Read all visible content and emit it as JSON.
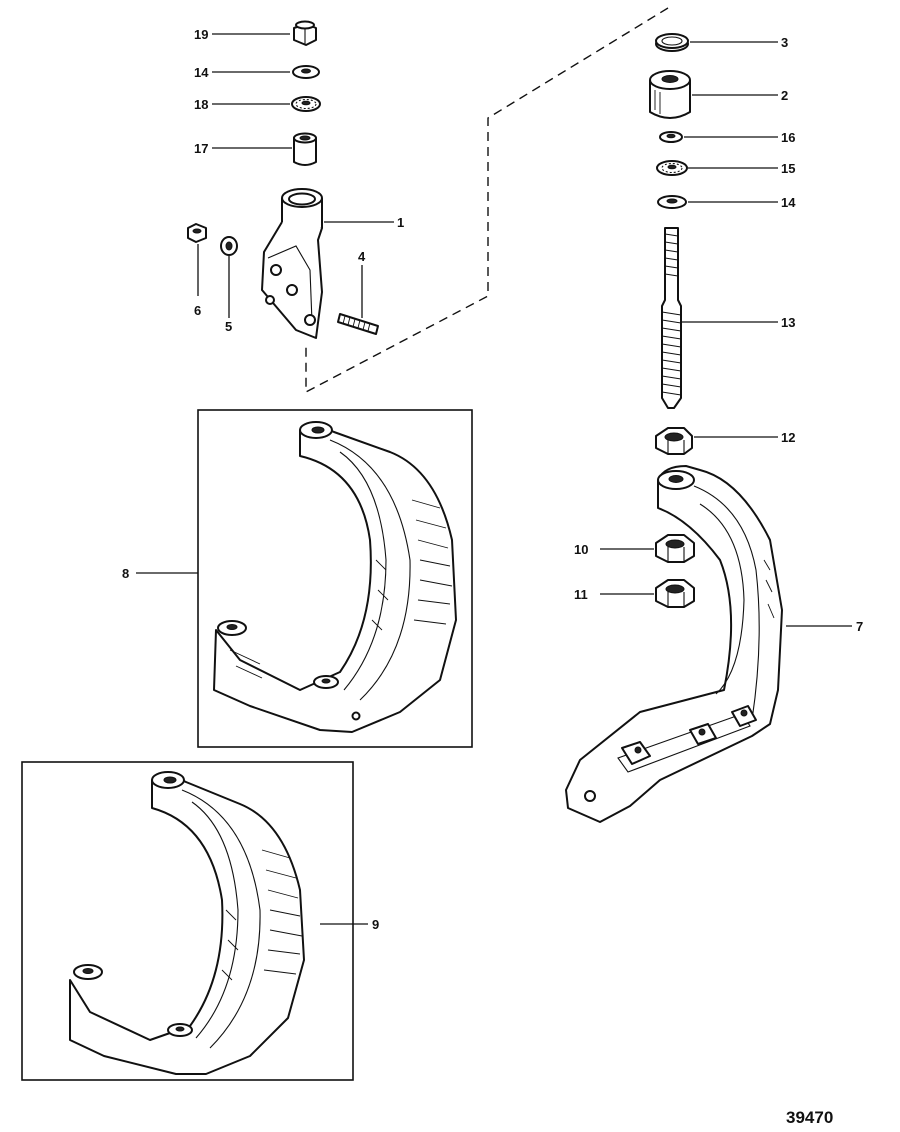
{
  "diagram": {
    "figure_number": "39470",
    "callouts": [
      {
        "id": "c1",
        "label": "1"
      },
      {
        "id": "c2",
        "label": "2"
      },
      {
        "id": "c3",
        "label": "3"
      },
      {
        "id": "c4",
        "label": "4"
      },
      {
        "id": "c5",
        "label": "5"
      },
      {
        "id": "c6",
        "label": "6"
      },
      {
        "id": "c7",
        "label": "7"
      },
      {
        "id": "c8",
        "label": "8"
      },
      {
        "id": "c9",
        "label": "9"
      },
      {
        "id": "c10",
        "label": "10"
      },
      {
        "id": "c11",
        "label": "11"
      },
      {
        "id": "c12",
        "label": "12"
      },
      {
        "id": "c13",
        "label": "13"
      },
      {
        "id": "c14a",
        "label": "14"
      },
      {
        "id": "c14b",
        "label": "14"
      },
      {
        "id": "c15",
        "label": "15"
      },
      {
        "id": "c16",
        "label": "16"
      },
      {
        "id": "c17",
        "label": "17"
      },
      {
        "id": "c18",
        "label": "18"
      },
      {
        "id": "c19",
        "label": "19"
      }
    ]
  }
}
